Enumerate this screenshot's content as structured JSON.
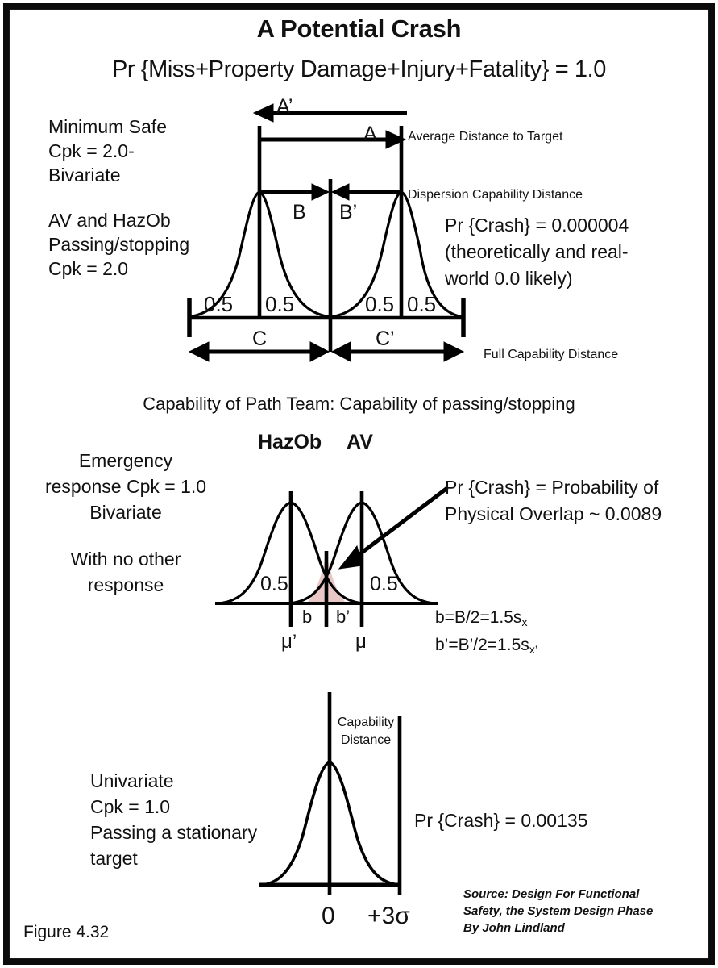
{
  "figure": {
    "title": "A Potential Crash",
    "subtitle": "Pr {Miss+Property Damage+Injury+Fatality} = 1.0",
    "caption": "Figure 4.32",
    "border_color": "#0b0b0b",
    "overlap_fill_color": "#e8c4c4",
    "line_color": "#000000"
  },
  "panel1": {
    "left_text": {
      "line1": "Minimum Safe",
      "line2": "Cpk = 2.0-",
      "line3": "Bivariate",
      "line4": "AV and HazOb",
      "line5": "Passing/stopping",
      "line6": "Cpk = 2.0"
    },
    "labels": {
      "a_prime": "A’",
      "a": "A",
      "b": "B",
      "b_prime": "B’",
      "c": "C",
      "c_prime": "C’",
      "half_1": "0.5",
      "half_2": "0.5",
      "half_3": "0.5",
      "half_4": "0.5"
    },
    "annotations": {
      "avg_distance": "Average Distance to Target",
      "dispersion": "Dispersion Capability Distance",
      "full_capability": "Full Capability Distance"
    },
    "right_text": {
      "line1": "Pr {Crash} = 0.000004",
      "line2": "(theoretically and real-",
      "line3": "world 0.0 likely)"
    }
  },
  "divider": {
    "text": "Capability of Path Team: Capability of passing/stopping"
  },
  "panel2": {
    "left_text": {
      "line1": "Emergency",
      "line2": "response Cpk = 1.0",
      "line3": "Bivariate",
      "line4": "With no other",
      "line5": "response"
    },
    "labels": {
      "hazob": "HazOb",
      "av": "AV",
      "half_left": "0.5",
      "half_right": "0.5",
      "b": "b",
      "b_prime": "b’",
      "mu_prime": "μ’",
      "mu": "μ"
    },
    "right_text": {
      "line1": "Pr {Crash} = Probability of",
      "line2": "Physical Overlap ~  0.0089"
    },
    "formulas": {
      "f1_main": "b=B/2=1.5s",
      "f1_sub": "x",
      "f2_main": "b’=B’/2=1.5s",
      "f2_sub": "x’"
    }
  },
  "panel3": {
    "left_text": {
      "line1": "Univariate",
      "line2": "Cpk = 1.0",
      "line3": "Passing a stationary",
      "line4": "target"
    },
    "labels": {
      "capability_line1": "Capability",
      "capability_line2": "Distance",
      "zero": "0",
      "three_sigma": "+3σ"
    },
    "right_text": {
      "line1": "Pr {Crash} = 0.00135"
    }
  },
  "source": {
    "line1": "Source: Design For Functional",
    "line2": "Safety, the System Design Phase",
    "line3": "By John Lindland"
  }
}
